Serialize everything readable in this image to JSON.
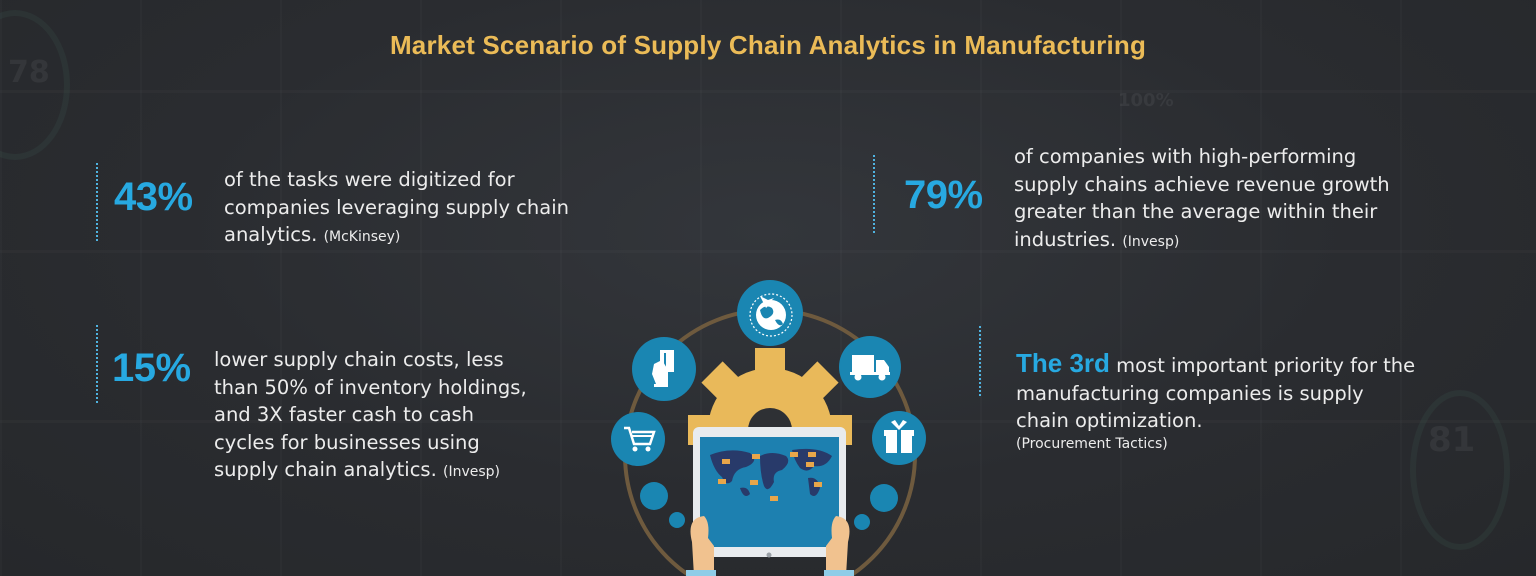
{
  "title": "Market Scenario of Supply Chain Analytics in Manufacturing",
  "colors": {
    "title": "#ebbb57",
    "accent": "#27a9e1",
    "icon_circle": "#1a86b2",
    "gear": "#e9b95a",
    "background": "#2b2d31",
    "text": "#ececec"
  },
  "stats": [
    {
      "value": "43%",
      "text": "of the tasks were digitized for companies leveraging supply chain analytics.",
      "lines": [
        "of the tasks were digitized for",
        "companies leveraging supply chain",
        "analytics."
      ],
      "source": "(McKinsey)"
    },
    {
      "value": "15%",
      "text": "lower supply chain costs, less than 50% of inventory holdings, and 3X faster cash to cash cycles for businesses using supply chain analytics.",
      "lines": [
        "lower supply chain costs, less",
        "than 50% of inventory holdings,",
        "and 3X faster cash to cash",
        "cycles for businesses using",
        "supply chain analytics."
      ],
      "source": "(Invesp)"
    },
    {
      "value": "79%",
      "text": "of companies with high-performing supply chains achieve revenue growth greater than the average within their industries.",
      "lines": [
        "of companies with high-performing",
        "supply chains achieve revenue growth",
        "greater than the average within their",
        "industries."
      ],
      "source": "(Invesp)"
    },
    {
      "value": "The 3rd",
      "text": "most important priority for the manufacturing companies is supply chain optimization.",
      "lines": [
        "most important priority for the",
        "manufacturing companies is supply",
        "chain optimization."
      ],
      "source": "(Procurement Tactics)"
    }
  ],
  "illustration": {
    "icons": [
      "globe-plane-icon",
      "card-payment-icon",
      "delivery-truck-icon",
      "shopping-cart-icon",
      "gift-icon"
    ],
    "center": "gear-with-tablet-world-map"
  },
  "background_ghost_text": [
    "78",
    "100%",
    "81"
  ]
}
